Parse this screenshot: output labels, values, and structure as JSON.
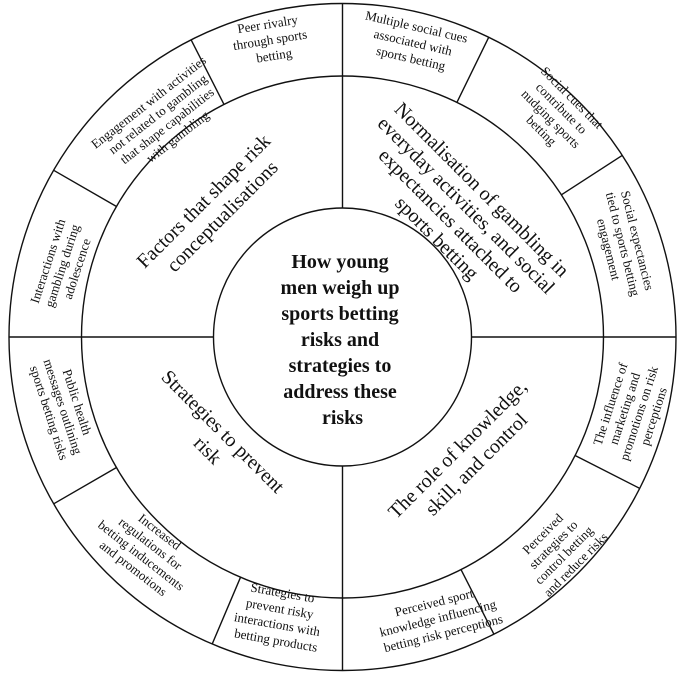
{
  "center": {
    "lines": [
      "How young",
      "men weigh up",
      "sports betting",
      "risks and",
      "strategies to",
      "address these",
      "risks"
    ]
  },
  "themes": [
    {
      "id": "factors",
      "lines": [
        "Factors that shape risk",
        "conceptualisations"
      ]
    },
    {
      "id": "normalisation",
      "lines": [
        "Normalisation of gambling in",
        "everyday activities, and social",
        "expectancies attached to",
        "sports betting"
      ]
    },
    {
      "id": "knowledge",
      "lines": [
        "The role of knowledge,",
        "skill, and control"
      ]
    },
    {
      "id": "strategies",
      "lines": [
        "Strategies to prevent",
        "risk"
      ]
    }
  ],
  "subthemes": [
    {
      "id": "interactions-adolescence",
      "lines": [
        "Interactions with",
        "gambling during",
        "adolescence"
      ]
    },
    {
      "id": "engagement-activities",
      "lines": [
        "Engagement with activities",
        "not related to gambling",
        "that shape capabilities",
        "with gambling"
      ]
    },
    {
      "id": "peer-rivalry",
      "lines": [
        "Peer rivalry",
        "through sports",
        "betting"
      ]
    },
    {
      "id": "multiple-social-cues",
      "lines": [
        "Multiple social cues",
        "associated with",
        "sports betting"
      ]
    },
    {
      "id": "social-cues-nudging",
      "lines": [
        "Social cues that",
        "contribute to",
        "nudging sports",
        "betting"
      ]
    },
    {
      "id": "social-expectancies",
      "lines": [
        "Social expectancies",
        "tied to sports betting",
        "engagement"
      ]
    },
    {
      "id": "marketing-influence",
      "lines": [
        "The influence of",
        "marketing and",
        "promotions on risk",
        "perceptions"
      ]
    },
    {
      "id": "control-strategies",
      "lines": [
        "Perceived",
        "strategies to",
        "control betting",
        "and reduce risks"
      ]
    },
    {
      "id": "sport-knowledge",
      "lines": [
        "Perceived sport",
        "knowledge influencing",
        "betting risk perceptions"
      ]
    },
    {
      "id": "prevent-interactions",
      "lines": [
        "Strategies to",
        "prevent risky",
        "interactions with",
        "betting products"
      ]
    },
    {
      "id": "increased-regulations",
      "lines": [
        "Increased",
        "regulations for",
        "betting inducements",
        "and promotions"
      ]
    },
    {
      "id": "public-health",
      "lines": [
        "Public health",
        "messages outlining",
        "sports betting risks"
      ]
    }
  ]
}
